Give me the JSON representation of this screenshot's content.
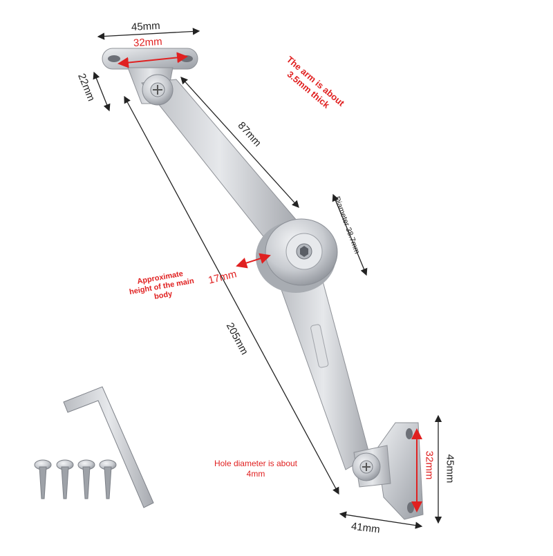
{
  "labels": {
    "top_width": "45mm",
    "top_hole_spacing": "32mm",
    "top_bracket_height": "22mm",
    "upper_arm_length": "87mm",
    "arm_thickness_note": "The arm is about 3.5mm thick",
    "pivot_diameter": "Diameter 38.7mm",
    "body_height_value": "17mm",
    "body_height_note": "Approximate height of the main body",
    "total_length": "205mm",
    "hole_note": "Hole diameter is about 4mm",
    "bottom_width": "41mm",
    "bottom_hole_spacing": "32mm",
    "bottom_height": "45mm"
  },
  "colors": {
    "dimension_dark": "#222222",
    "dimension_red": "#e02020",
    "metal": "#c9cbcf",
    "background": "#ffffff"
  },
  "parts": {
    "hardware": "stay-hinge",
    "accessories": [
      "allen-key",
      "screw",
      "screw",
      "screw",
      "screw"
    ]
  }
}
